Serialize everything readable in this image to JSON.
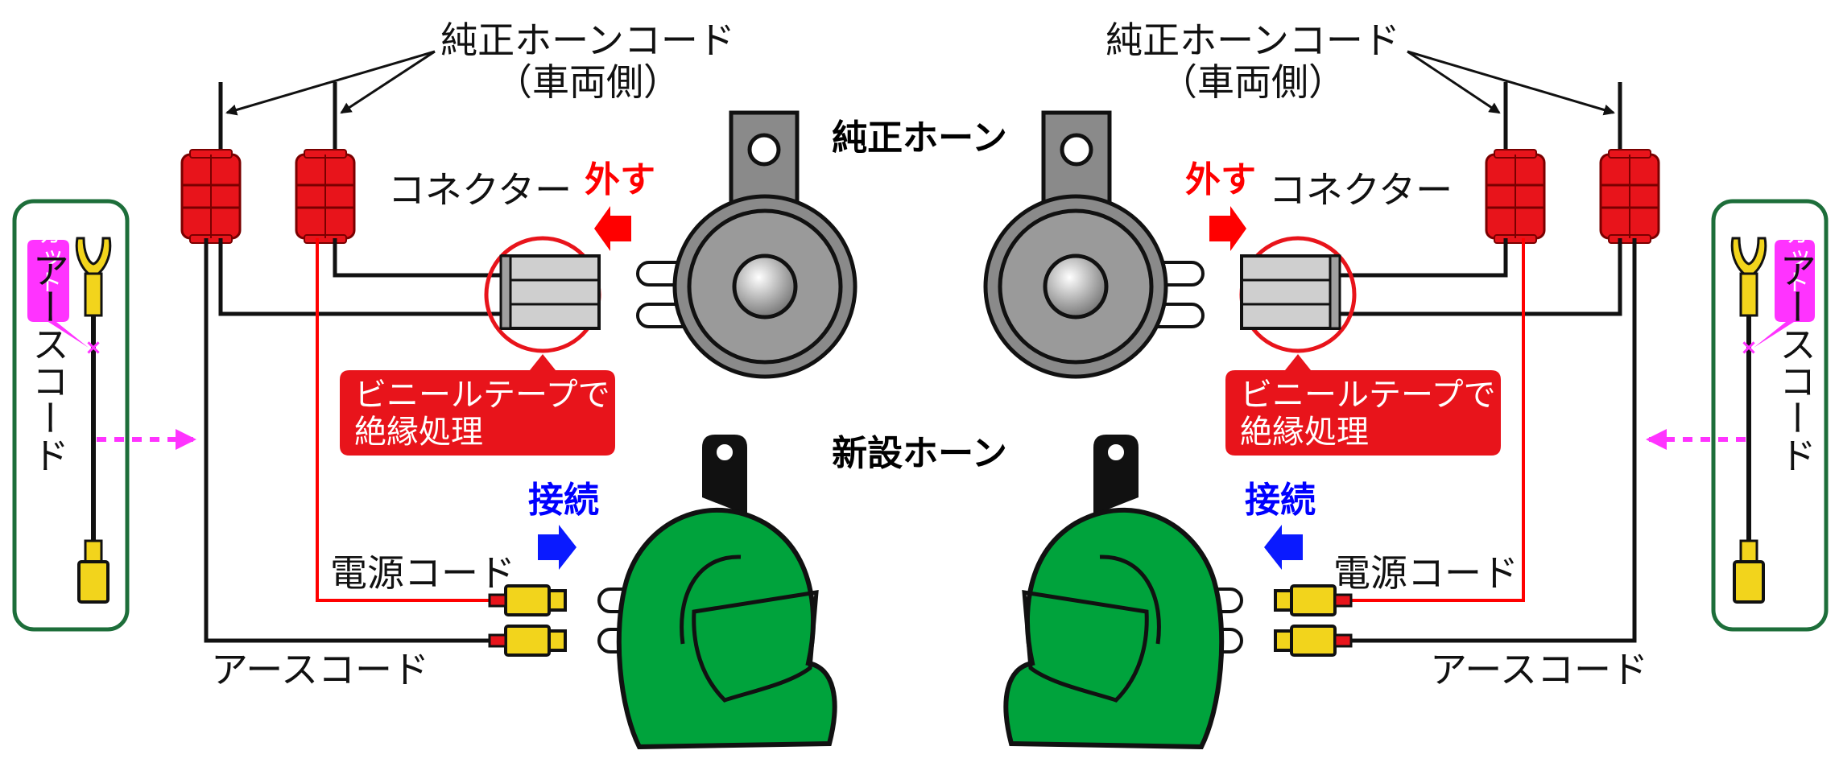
{
  "labels": {
    "oem_horn_cord": "純正ホーンコード",
    "vehicle_side": "（車両側）",
    "oem_horn": "純正ホーン",
    "new_horn": "新設ホーン",
    "connector": "コネクター",
    "disconnect": "外す",
    "connect": "接続",
    "vinyl_tape_line1": "ビニールテープで",
    "vinyl_tape_line2": "絶縁処理",
    "power_cord": "電源コード",
    "earth_cord": "アースコード",
    "cut": "カット"
  },
  "colors": {
    "connector_red": "#e8141b",
    "horn_green": "#00a33c",
    "horn_gray": "#8a8a8a",
    "terminal_yellow": "#f2d41c",
    "callout_red": "#e8141b",
    "cut_magenta": "#ff33ff",
    "arrow_red": "#ff0000",
    "arrow_blue": "#0a1aff",
    "frame_green": "#1d6e3a"
  },
  "icons": {
    "oem_horn": "disc-horn-icon",
    "new_horn": "snail-horn-icon",
    "connector": "connector-icon",
    "terminal": "flat-terminal-icon",
    "ring_terminal": "y-terminal-icon"
  }
}
